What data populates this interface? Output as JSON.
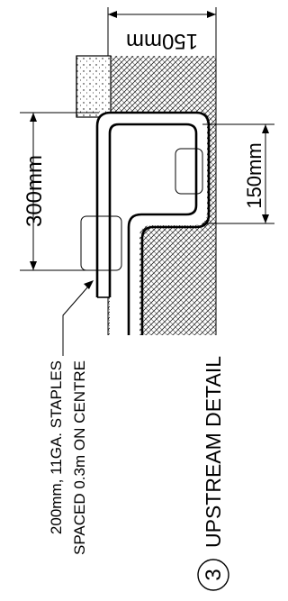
{
  "detail": {
    "number": "3",
    "title": "UPSTREAM DETAIL"
  },
  "dimensions": {
    "top_width": "150mm",
    "depth": "300mm",
    "fold": "150mm"
  },
  "note": {
    "line1": "200mm, 11GA. STAPLES",
    "line2": "SPACED 0.3m ON CENTRE"
  }
}
